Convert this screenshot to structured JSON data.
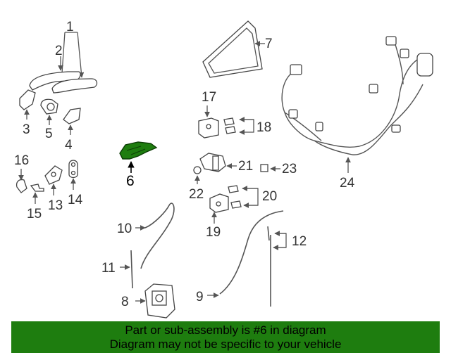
{
  "highlight_color": "#1e7d0f",
  "callouts": {
    "c1": "1",
    "c2": "2",
    "c3": "3",
    "c4": "4",
    "c5": "5",
    "c6": "6",
    "c7": "7",
    "c8": "8",
    "c9": "9",
    "c10": "10",
    "c11": "11",
    "c12": "12",
    "c13": "13",
    "c14": "14",
    "c15": "15",
    "c16": "16",
    "c17": "17",
    "c18": "18",
    "c19": "19",
    "c20": "20",
    "c21": "21",
    "c22": "22",
    "c23": "23",
    "c24": "24"
  },
  "banner": {
    "line1": "Part or sub-assembly is #6 in diagram",
    "line2": "Diagram may not be specific to your vehicle"
  }
}
